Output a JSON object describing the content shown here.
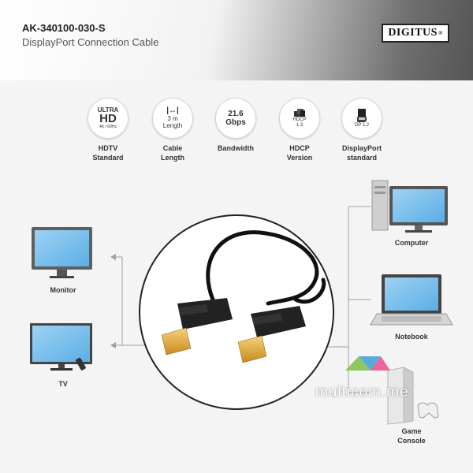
{
  "header": {
    "sku": "AK-340100-030-S",
    "title": "DisplayPort Connection Cable",
    "brand": "DIGITUS",
    "brand_mark": "®"
  },
  "features": [
    {
      "icon": "uhd-icon",
      "top": "ULTRA",
      "mid": "HD",
      "bot": "4K / 60Hz",
      "label1": "HDTV",
      "label2": "Standard"
    },
    {
      "icon": "cable-length-icon",
      "mid": "3 m",
      "bot": "Length",
      "label1": "Cable",
      "label2": "Length"
    },
    {
      "icon": "bandwidth-icon",
      "mid": "21.6",
      "bot": "Gbps",
      "label1": "Bandwidth",
      "label2": ""
    },
    {
      "icon": "hdcp-icon",
      "mid": "HDCP",
      "bot": "1.3",
      "label1": "HDCP",
      "label2": "Version"
    },
    {
      "icon": "displayport-icon",
      "bot": "DP 1.2",
      "label1": "DisplayPort",
      "label2": "standard"
    }
  ],
  "devices": {
    "monitor": "Monitor",
    "tv": "TV",
    "computer": "Computer",
    "notebook": "Notebook",
    "console_line1": "Game",
    "console_line2": "Console"
  },
  "watermark": "multicom.me",
  "colors": {
    "header_dark": "#555555",
    "connector_gold": "#e2a630",
    "cable_black": "#111111",
    "screen_blue": "#6cb8ea"
  }
}
